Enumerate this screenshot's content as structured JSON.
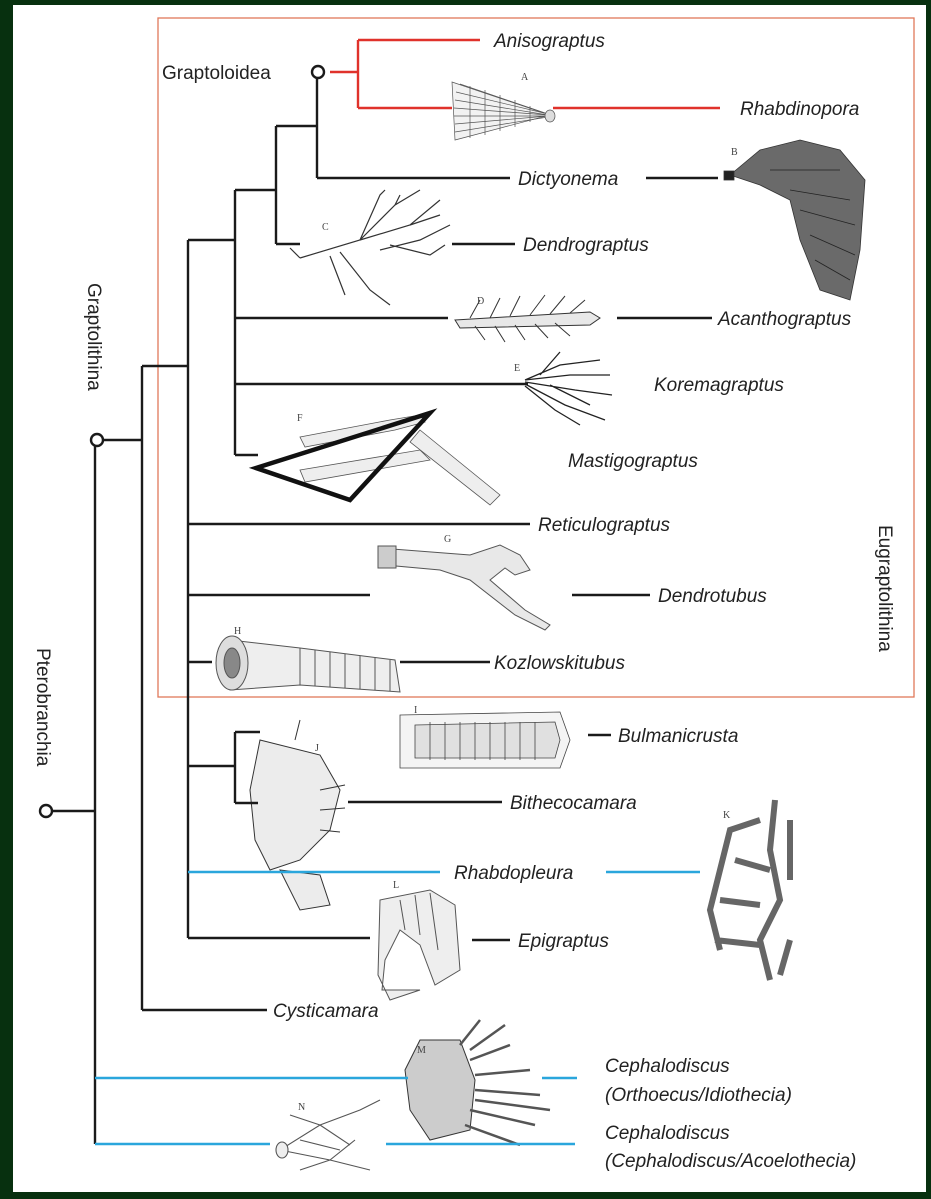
{
  "colors": {
    "background": "#07300f",
    "panel": "#ffffff",
    "branch": "#222222",
    "red": "#e0322b",
    "blue": "#2aa6dc",
    "box": "#e0785a"
  },
  "clades": {
    "graptoloidea": "Graptoloidea",
    "graptolithina": "Graptolithina",
    "pterobranchia": "Pterobranchia",
    "eugraptolithina": "Eugraptolithina"
  },
  "taxa": {
    "anisograptus": "Anisograptus",
    "rhabdinopora": "Rhabdinopora",
    "dictyonema": "Dictyonema",
    "dendrograptus": "Dendrograptus",
    "acanthograptus": "Acanthograptus",
    "koremagraptus": "Koremagraptus",
    "mastigograptus": "Mastigograptus",
    "reticulograptus": "Reticulograptus",
    "dendrotubus": "Dendrotubus",
    "kozlowskitubus": "Kozlowskitubus",
    "bulmanicrusta": "Bulmanicrusta",
    "bithecocamara": "Bithecocamara",
    "rhabdopleura": "Rhabdopleura",
    "epigraptus": "Epigraptus",
    "cysticamara": "Cysticamara",
    "cephalodiscus1_line1": "Cephalodiscus",
    "cephalodiscus1_line2": "(Orthoecus/Idiothecia)",
    "cephalodiscus2_line1": "Cephalodiscus",
    "cephalodiscus2_line2": "(Cephalodiscus/Acoelothecia)"
  },
  "specimen_letters": [
    "A",
    "B",
    "C",
    "D",
    "E",
    "F",
    "G",
    "H",
    "I",
    "J",
    "K",
    "L",
    "M",
    "N"
  ]
}
